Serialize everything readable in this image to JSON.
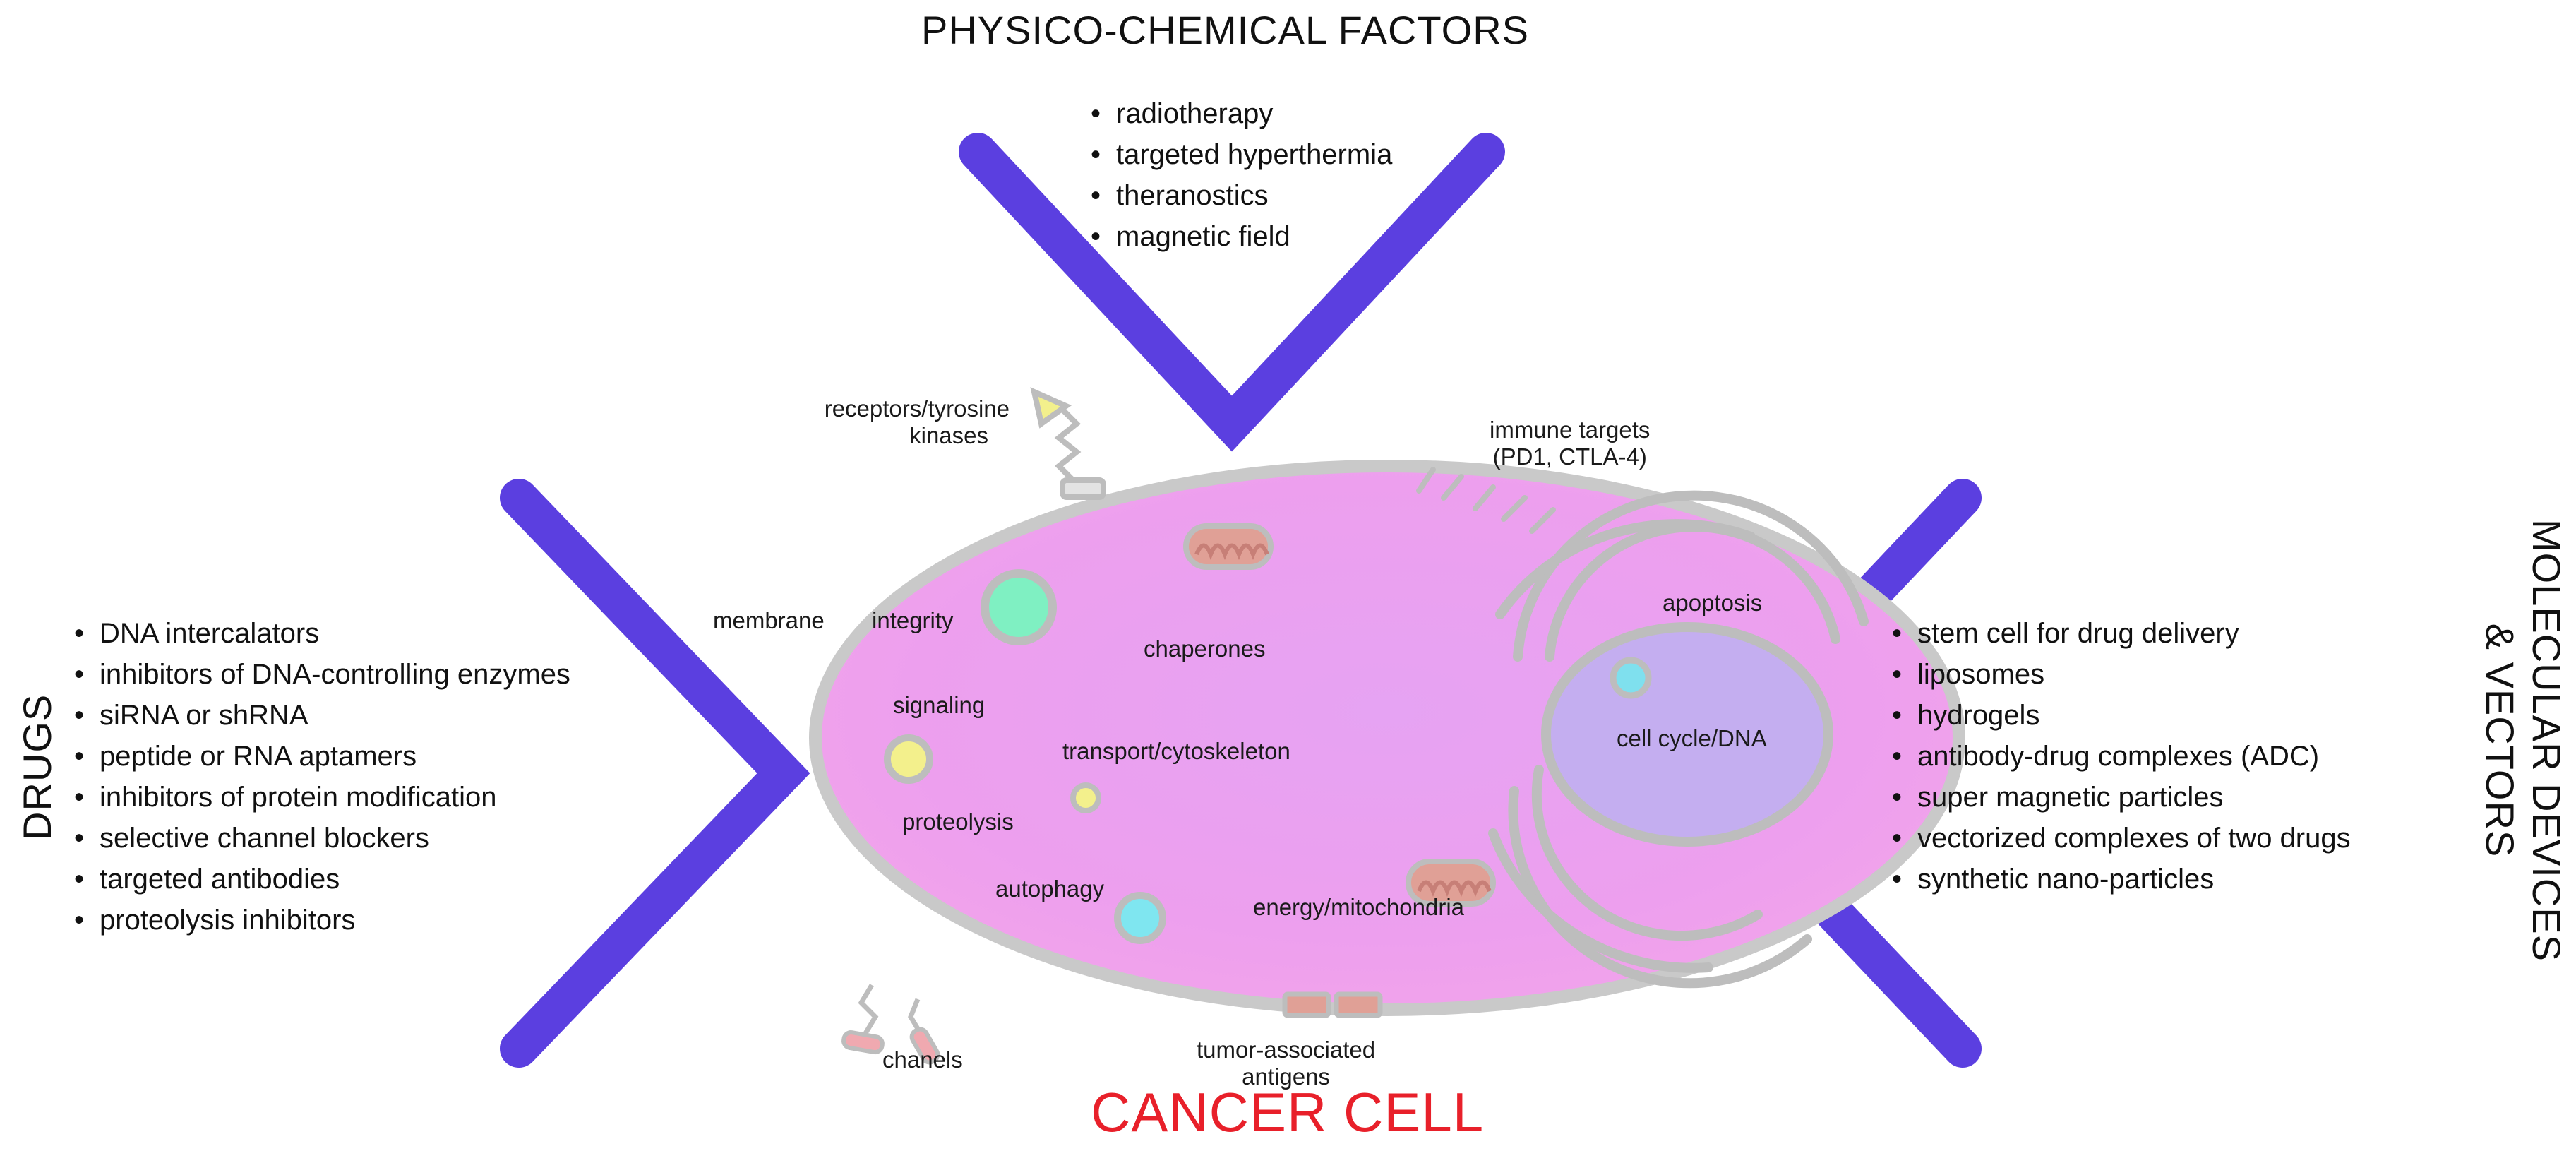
{
  "top": {
    "heading": "PHYSICO-CHEMICAL FACTORS",
    "items": [
      "radiotherapy",
      "targeted hyperthermia",
      "theranostics",
      "magnetic field"
    ]
  },
  "left": {
    "heading": "DRUGS",
    "items": [
      "DNA intercalators",
      "inhibitors of DNA-controlling enzymes",
      "siRNA or shRNA",
      "peptide or RNA aptamers",
      "inhibitors of protein modification",
      "selective channel blockers",
      "targeted antibodies",
      "proteolysis inhibitors"
    ]
  },
  "right": {
    "heading_line1": "MOLECULAR DEVICES",
    "heading_line2": "& VECTORS",
    "items": [
      "stem cell for drug delivery",
      "liposomes",
      "hydrogels",
      "antibody-drug complexes (ADC)",
      "super magnetic particles",
      "vectorized complexes of two drugs",
      "synthetic nano-particles"
    ]
  },
  "cell": {
    "title": "CANCER CELL",
    "labels": {
      "receptors_line1": "receptors/tyrosine",
      "receptors_line2": "kinases",
      "immune_line1": "immune targets",
      "immune_line2": "(PD1, CTLA-4)",
      "membrane": "membrane",
      "integrity": "integrity",
      "chaperones": "chaperones",
      "apoptosis": "apoptosis",
      "signaling": "signaling",
      "transport": "transport/cytoskeleton",
      "cell_cycle": "cell cycle/DNA",
      "proteolysis": "proteolysis",
      "autophagy": "autophagy",
      "energy": "energy/mitochondria",
      "chanels": "chanels",
      "tumor_line1": "tumor-associated",
      "tumor_line2": "antigens"
    }
  },
  "colors": {
    "chevron": "#5b3fe0",
    "membrane": "#c9c9c9",
    "cytoplasm": "#ec9df0",
    "nucleus": "#c4aef0",
    "cancer_title": "#e8202a",
    "mitochondria": "#e0a096"
  }
}
